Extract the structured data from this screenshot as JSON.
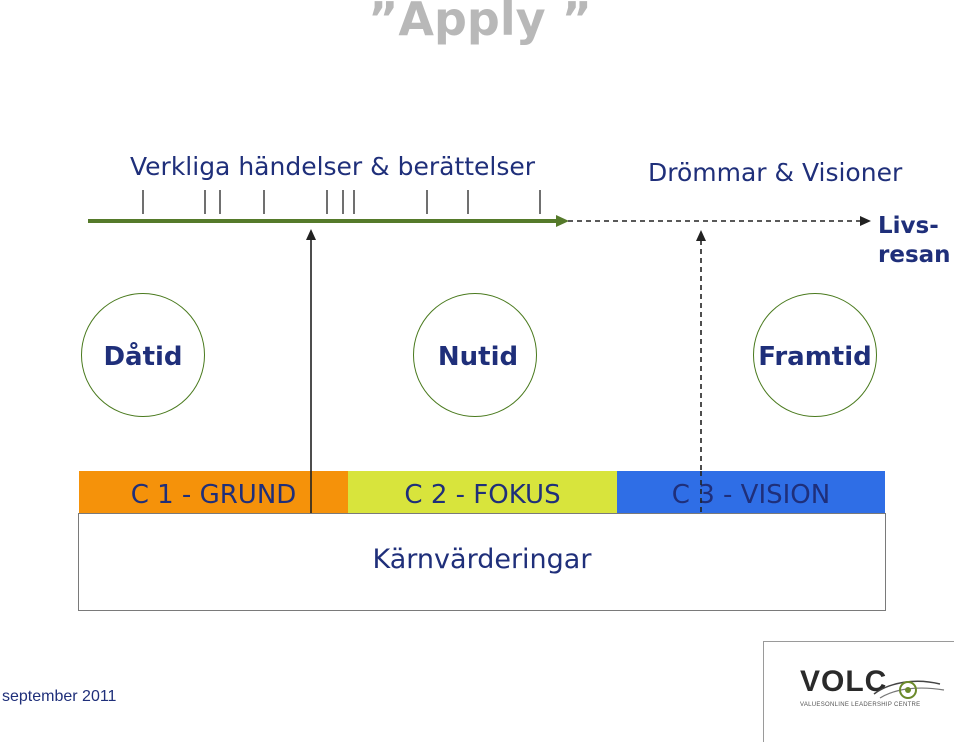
{
  "title": "”Apply ”",
  "timeline": {
    "past_label": "Verkliga händelser & berättelser",
    "future_label": "Drömmar & Visioner",
    "journey_label_line1": "Livs-",
    "journey_label_line2": "resan"
  },
  "circles": [
    {
      "label": "Dåtid"
    },
    {
      "label": "Nutid"
    },
    {
      "label": "Framtid"
    }
  ],
  "bands": [
    {
      "label": "C 1 - GRUND",
      "color": "#f5920a"
    },
    {
      "label": "C 2 - FOKUS",
      "color": "#d8e43c"
    },
    {
      "label": "C 3 - VISION",
      "color": "#2f6ee6"
    }
  ],
  "core_values_label": "Kärnvärderingar",
  "footer": {
    "date": "september 2011",
    "logo_name": "VOLC",
    "logo_subtitle": "VALUESONLINE LEADERSHIP CENTRE"
  },
  "colors": {
    "line_green": "#557a2a",
    "text_navy": "#1f2f7a"
  }
}
